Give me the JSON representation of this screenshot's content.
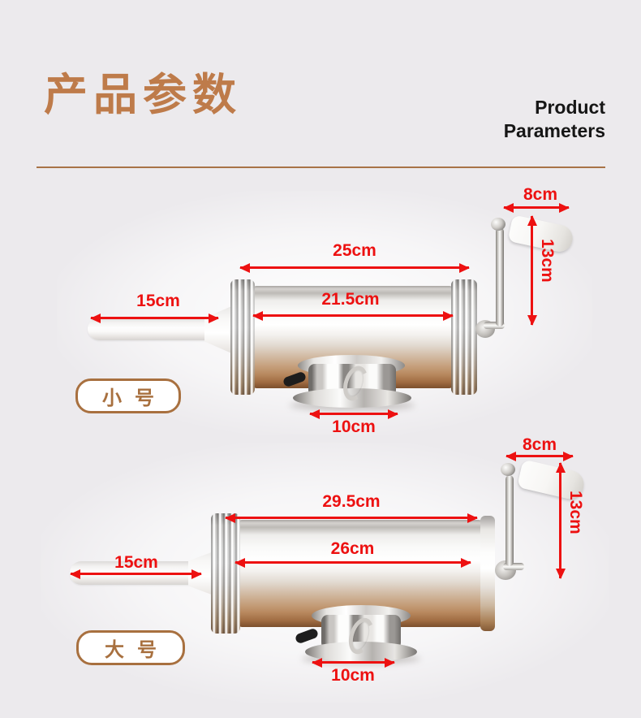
{
  "header": {
    "title_zh": "产品参数",
    "title_en_line1": "Product",
    "title_en_line2": "Parameters"
  },
  "colors": {
    "background": "#ECEAED",
    "accent_brown": "#BE7B4A",
    "badge_brown": "#A8703F",
    "divider_brown": "#A87347",
    "annotation_red": "#ED1111"
  },
  "products": [
    {
      "id": "small",
      "name": "小号",
      "dims": {
        "handle_width": "8cm",
        "handle_height": "13cm",
        "body_length": "25cm",
        "barrel_length": "21.5cm",
        "nozzle_length": "15cm",
        "base_width": "10cm"
      }
    },
    {
      "id": "large",
      "name": "大号",
      "dims": {
        "handle_width": "8cm",
        "handle_height": "13cm",
        "body_length": "29.5cm",
        "barrel_length": "26cm",
        "nozzle_length": "15cm",
        "base_width": "10cm"
      }
    }
  ]
}
